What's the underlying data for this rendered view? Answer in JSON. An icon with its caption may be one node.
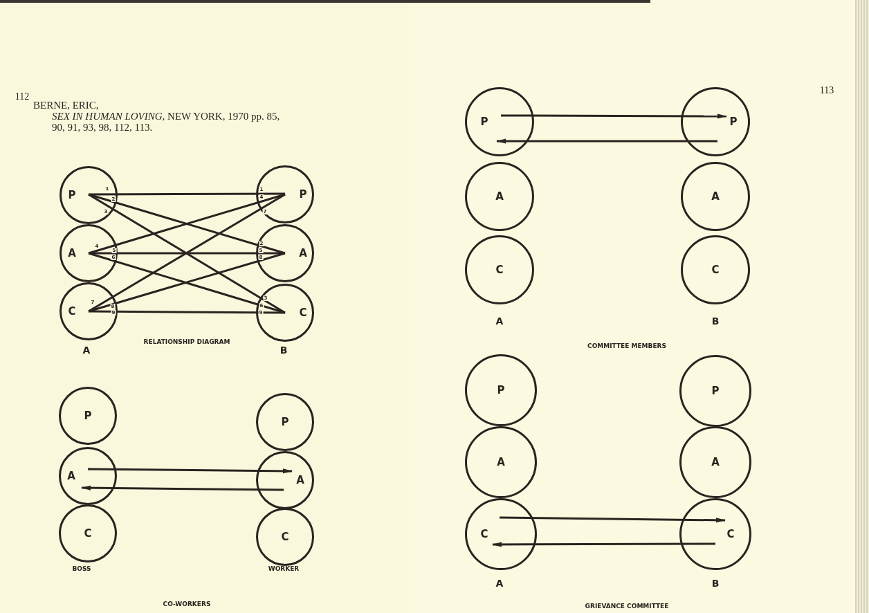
{
  "diagram": {
    "nodes": [
      {
        "text": [
          "P"
        ]
      },
      {
        "text": [
          "A"
        ]
      },
      {
        "text": [
          "C"
        ]
      },
      {
        "text": [
          "P"
        ]
      },
      {
        "text": [
          "A"
        ]
      },
      {
        "text": [
          "C"
        ]
      },
      {
        "text": [
          "P"
        ]
      },
      {
        "text": [
          "A"
        ]
      },
      {
        "text": [
          "C"
        ]
      },
      {
        "text": [
          "P"
        ]
      },
      {
        "text": [
          "A"
        ]
      },
      {
        "text": [
          "C"
        ]
      },
      {
        "text": [
          "P"
        ]
      },
      {
        "text": [
          "A"
        ]
      },
      {
        "text": [
          "C"
        ]
      },
      {
        "text": [
          "P"
        ]
      },
      {
        "text": [
          "A"
        ]
      },
      {
        "text": [
          "C"
        ]
      },
      {
        "text": [
          "P"
        ]
      },
      {
        "text": [
          "A"
        ]
      },
      {
        "text": [
          "C"
        ]
      },
      {
        "text": [
          "P"
        ]
      },
      {
        "text": [
          "A"
        ]
      },
      {
        "text": [
          "C"
        ]
      }
    ],
    "edges": [
      {
        "from": 0,
        "to": 3,
        "arrow": "none"
      },
      {
        "from": 0,
        "to": 4,
        "arrow": "none"
      },
      {
        "from": 0,
        "to": 5,
        "arrow": "none"
      },
      {
        "from": 1,
        "to": 3,
        "arrow": "none"
      },
      {
        "from": 1,
        "to": 4,
        "arrow": "none"
      },
      {
        "from": 1,
        "to": 5,
        "arrow": "none"
      },
      {
        "from": 2,
        "to": 3,
        "arrow": "none"
      },
      {
        "from": 2,
        "to": 4,
        "arrow": "none"
      },
      {
        "from": 2,
        "to": 5,
        "arrow": "none"
      },
      {
        "from": 7,
        "to": 10,
        "arrow": "to"
      },
      {
        "from": 10,
        "to": 7,
        "arrow": "to"
      },
      {
        "from": 12,
        "to": 15,
        "arrow": "to"
      },
      {
        "from": 15,
        "to": 12,
        "arrow": "to"
      },
      {
        "from": 20,
        "to": 23,
        "arrow": "to"
      },
      {
        "from": 23,
        "to": 20,
        "arrow": "to"
      }
    ],
    "labels": [
      "112",
      "BERNE, ERIC,",
      "*SEX IN HUMAN LOVING*, NEW YORK, 1970 pp. 85, 90, 91, 93, 98, 112, 113.",
      "113",
      "1",
      "2",
      "3",
      "1",
      "4",
      "7",
      "4",
      "5",
      "6",
      "2",
      "5",
      "8",
      "7",
      "8",
      "9",
      "3",
      "6",
      "9",
      "A",
      "B",
      "RELATIONSHIP DIAGRAM",
      "BOSS",
      "WORKER",
      "CO-WORKERS",
      "A",
      "B",
      "COMMITTEE MEMBERS",
      "A",
      "B",
      "GRIEVANCE COMMITTEE"
    ]
  }
}
